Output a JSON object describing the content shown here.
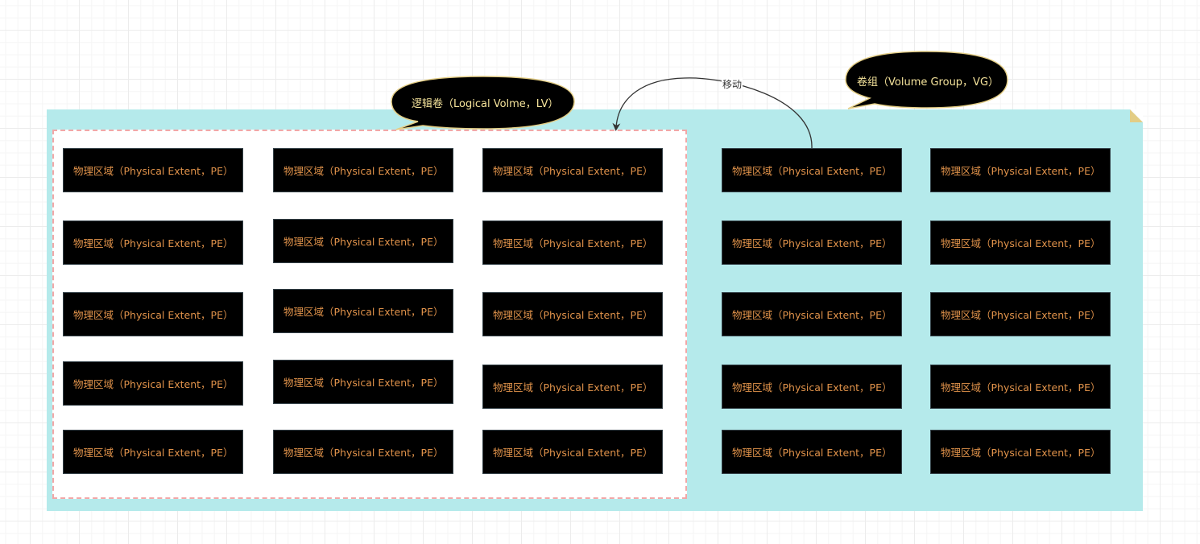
{
  "diagram": {
    "volume_group": {
      "label": "卷组（Volume Group，VG）",
      "fill_color": "#b5eaeb",
      "corner_color": "#e3cd85"
    },
    "logical_volume": {
      "label": "逻辑卷（Logical Volme，LV）",
      "border_color": "#f2a7a7"
    },
    "callout": {
      "fill_color": "#000000",
      "border_color": "#e3cd85",
      "text_color": "#f5e39b"
    },
    "physical_extent": {
      "fill_color": "#000000",
      "text_color": "#e0924a"
    },
    "lv_extents": [
      {
        "label": "物理区域（Physical Extent，PE）"
      },
      {
        "label": "物理区域（Physical Extent，PE）"
      },
      {
        "label": "物理区域（Physical Extent，PE）"
      },
      {
        "label": "物理区域（Physical Extent，PE）"
      },
      {
        "label": "物理区域（Physical Extent，PE）"
      },
      {
        "label": "物理区域（Physical Extent，PE）"
      },
      {
        "label": "物理区域（Physical Extent，PE）"
      },
      {
        "label": "物理区域（Physical Extent，PE）"
      },
      {
        "label": "物理区域（Physical Extent，PE）"
      },
      {
        "label": "物理区域（Physical Extent，PE）"
      },
      {
        "label": "物理区域（Physical Extent，PE）"
      },
      {
        "label": "物理区域（Physical Extent，PE）"
      },
      {
        "label": "物理区域（Physical Extent，PE）"
      },
      {
        "label": "物理区域（Physical Extent，PE）"
      },
      {
        "label": "物理区域（Physical Extent，PE）"
      }
    ],
    "vg_extents": [
      {
        "label": "物理区域（Physical Extent，PE）"
      },
      {
        "label": "物理区域（Physical Extent，PE）"
      },
      {
        "label": "物理区域（Physical Extent，PE）"
      },
      {
        "label": "物理区域（Physical Extent，PE）"
      },
      {
        "label": "物理区域（Physical Extent，PE）"
      },
      {
        "label": "物理区域（Physical Extent，PE）"
      },
      {
        "label": "物理区域（Physical Extent，PE）"
      },
      {
        "label": "物理区域（Physical Extent，PE）"
      },
      {
        "label": "物理区域（Physical Extent，PE）"
      },
      {
        "label": "物理区域（Physical Extent，PE）"
      }
    ],
    "move_arrow": {
      "label": "移动",
      "color": "#333333"
    }
  }
}
